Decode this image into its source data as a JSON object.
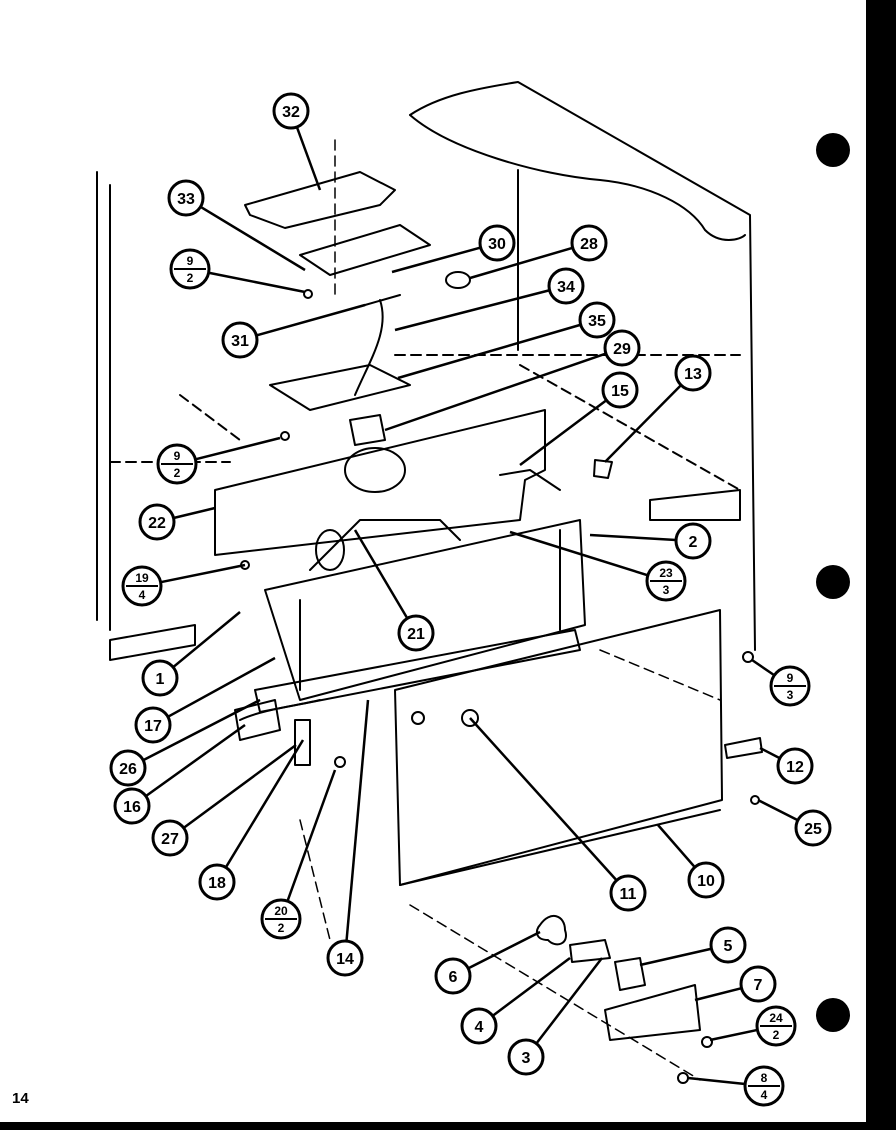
{
  "page_number": "14",
  "callouts": [
    {
      "top": "32"
    },
    {
      "top": "33"
    },
    {
      "top": "9",
      "bottom": "2"
    },
    {
      "top": "30"
    },
    {
      "top": "28"
    },
    {
      "top": "34"
    },
    {
      "top": "31"
    },
    {
      "top": "35"
    },
    {
      "top": "29"
    },
    {
      "top": "15"
    },
    {
      "top": "13"
    },
    {
      "top": "9",
      "bottom": "2"
    },
    {
      "top": "22"
    },
    {
      "top": "2"
    },
    {
      "top": "19",
      "bottom": "4"
    },
    {
      "top": "23",
      "bottom": "3"
    },
    {
      "top": "21"
    },
    {
      "top": "1"
    },
    {
      "top": "17"
    },
    {
      "top": "9",
      "bottom": "3"
    },
    {
      "top": "26"
    },
    {
      "top": "12"
    },
    {
      "top": "16"
    },
    {
      "top": "25"
    },
    {
      "top": "27"
    },
    {
      "top": "10"
    },
    {
      "top": "11"
    },
    {
      "top": "18"
    },
    {
      "top": "20",
      "bottom": "2"
    },
    {
      "top": "14"
    },
    {
      "top": "5"
    },
    {
      "top": "6"
    },
    {
      "top": "7"
    },
    {
      "top": "4"
    },
    {
      "top": "24",
      "bottom": "2"
    },
    {
      "top": "3"
    },
    {
      "top": "8",
      "bottom": "4"
    }
  ]
}
